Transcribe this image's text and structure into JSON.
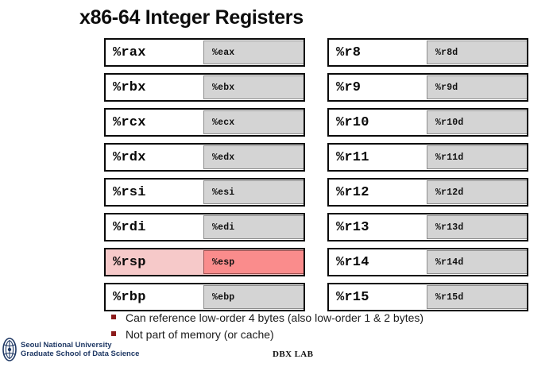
{
  "slide": {
    "title": "x86-64 Integer Registers"
  },
  "registers": {
    "left_column": [
      {
        "name64": "%rax",
        "name32": "%eax",
        "highlight": false
      },
      {
        "name64": "%rbx",
        "name32": "%ebx",
        "highlight": false
      },
      {
        "name64": "%rcx",
        "name32": "%ecx",
        "highlight": false
      },
      {
        "name64": "%rdx",
        "name32": "%edx",
        "highlight": false
      },
      {
        "name64": "%rsi",
        "name32": "%esi",
        "highlight": false
      },
      {
        "name64": "%rdi",
        "name32": "%edi",
        "highlight": false
      },
      {
        "name64": "%rsp",
        "name32": "%esp",
        "highlight": true
      },
      {
        "name64": "%rbp",
        "name32": "%ebp",
        "highlight": false
      }
    ],
    "right_column": [
      {
        "name64": "%r8",
        "name32": "%r8d",
        "highlight": false
      },
      {
        "name64": "%r9",
        "name32": "%r9d",
        "highlight": false
      },
      {
        "name64": "%r10",
        "name32": "%r10d",
        "highlight": false
      },
      {
        "name64": "%r11",
        "name32": "%r11d",
        "highlight": false
      },
      {
        "name64": "%r12",
        "name32": "%r12d",
        "highlight": false
      },
      {
        "name64": "%r13",
        "name32": "%r13d",
        "highlight": false
      },
      {
        "name64": "%r14",
        "name32": "%r14d",
        "highlight": false
      },
      {
        "name64": "%r15",
        "name32": "%r15d",
        "highlight": false
      }
    ]
  },
  "bullets": [
    "Can reference low-order 4 bytes (also low-order 1 & 2 bytes)",
    "Not part of memory (or cache)"
  ],
  "footer": {
    "lab_name": "DBX LAB"
  },
  "logo": {
    "line1": "Seoul National University",
    "line2": "Graduate School of Data Science"
  },
  "colors": {
    "highlight_outer": "#f6c9c9",
    "highlight_inner": "#fa8c8c",
    "cell_32_bg": "#d4d4d4",
    "bullet_marker": "#8b1a1a",
    "logo_navy": "#1f3864",
    "border": "#0a0a0a"
  }
}
